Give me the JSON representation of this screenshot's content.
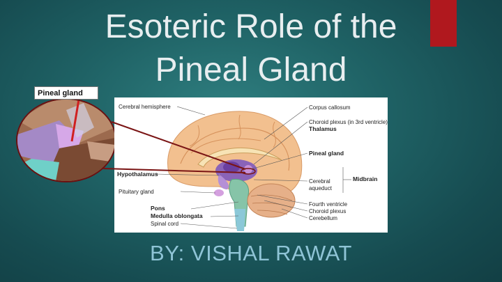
{
  "slide": {
    "title_line1": "Esoteric Role of the",
    "title_line2": "Pineal Gland",
    "subtitle": "BY: VISHAL RAWAT"
  },
  "callout": {
    "label": "Pineal gland"
  },
  "diagram": {
    "labels": {
      "cerebral_hemisphere": "Cerebral hemisphere",
      "corpus_callosum": "Corpus callosum",
      "choroid_plexus_3rd": "Choroid plexus (in 3rd ventricle)",
      "thalamus": "Thalamus",
      "pineal_gland": "Pineal gland",
      "hypothalamus": "Hypothalamus",
      "cerebral_aqueduct_1": "Cerebral",
      "cerebral_aqueduct_2": "aqueduct",
      "midbrain": "Midbrain",
      "pituitary_gland": "Pituitary gland",
      "pons": "Pons",
      "medulla_oblongata": "Medulla oblongata",
      "spinal_cord": "Spinal cord",
      "fourth_ventricle": "Fourth ventricle",
      "choroid_plexus": "Choroid plexus",
      "cerebellum": "Cerebellum"
    }
  },
  "colors": {
    "accent": "#b0181e",
    "background": "#1f6265",
    "subtitle": "#8fc4d6",
    "arrow": "#7a1414"
  }
}
